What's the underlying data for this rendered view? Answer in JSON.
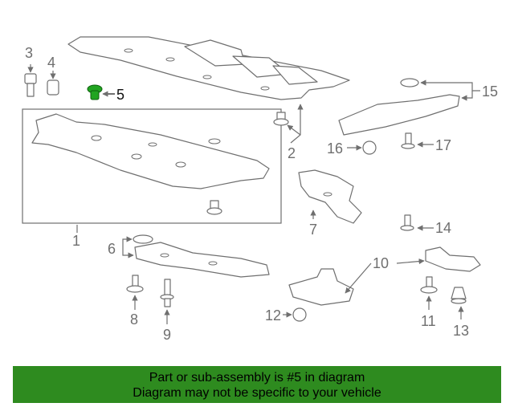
{
  "callouts": {
    "c1": "1",
    "c2": "2",
    "c3": "3",
    "c4": "4",
    "c5": "5",
    "c6": "6",
    "c7": "7",
    "c8": "8",
    "c9": "9",
    "c10": "10",
    "c11": "11",
    "c12": "12",
    "c13": "13",
    "c14": "14",
    "c15": "15",
    "c16": "16",
    "c17": "17"
  },
  "highlighted_part": "5",
  "colors": {
    "highlight": "#21a521",
    "banner": "#2e8b1f",
    "line": "#6f6f6f"
  },
  "banner": {
    "line1": "Part or sub-assembly is #5 in diagram",
    "line2": "Diagram may not be specific to your vehicle"
  }
}
